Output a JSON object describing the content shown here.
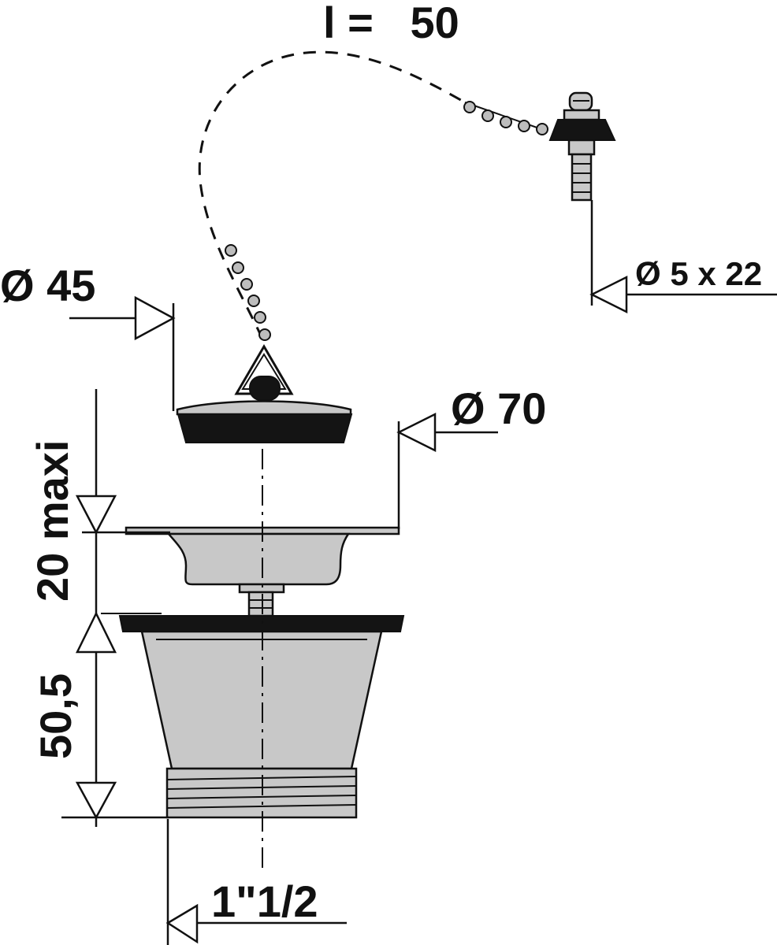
{
  "labels": {
    "chain_length": "l =   50",
    "plug_diameter": "Ø 45",
    "screw_size": "Ø 5 x 22",
    "grid_diameter": "Ø 70",
    "adjustable_height": "20 maxi",
    "body_height": "50,5",
    "thread_size": "1\"1/2"
  },
  "colors": {
    "ink": "#111111",
    "metal": "#c8c8c8",
    "rubber": "#141414",
    "bead": "#bdbdbd"
  }
}
